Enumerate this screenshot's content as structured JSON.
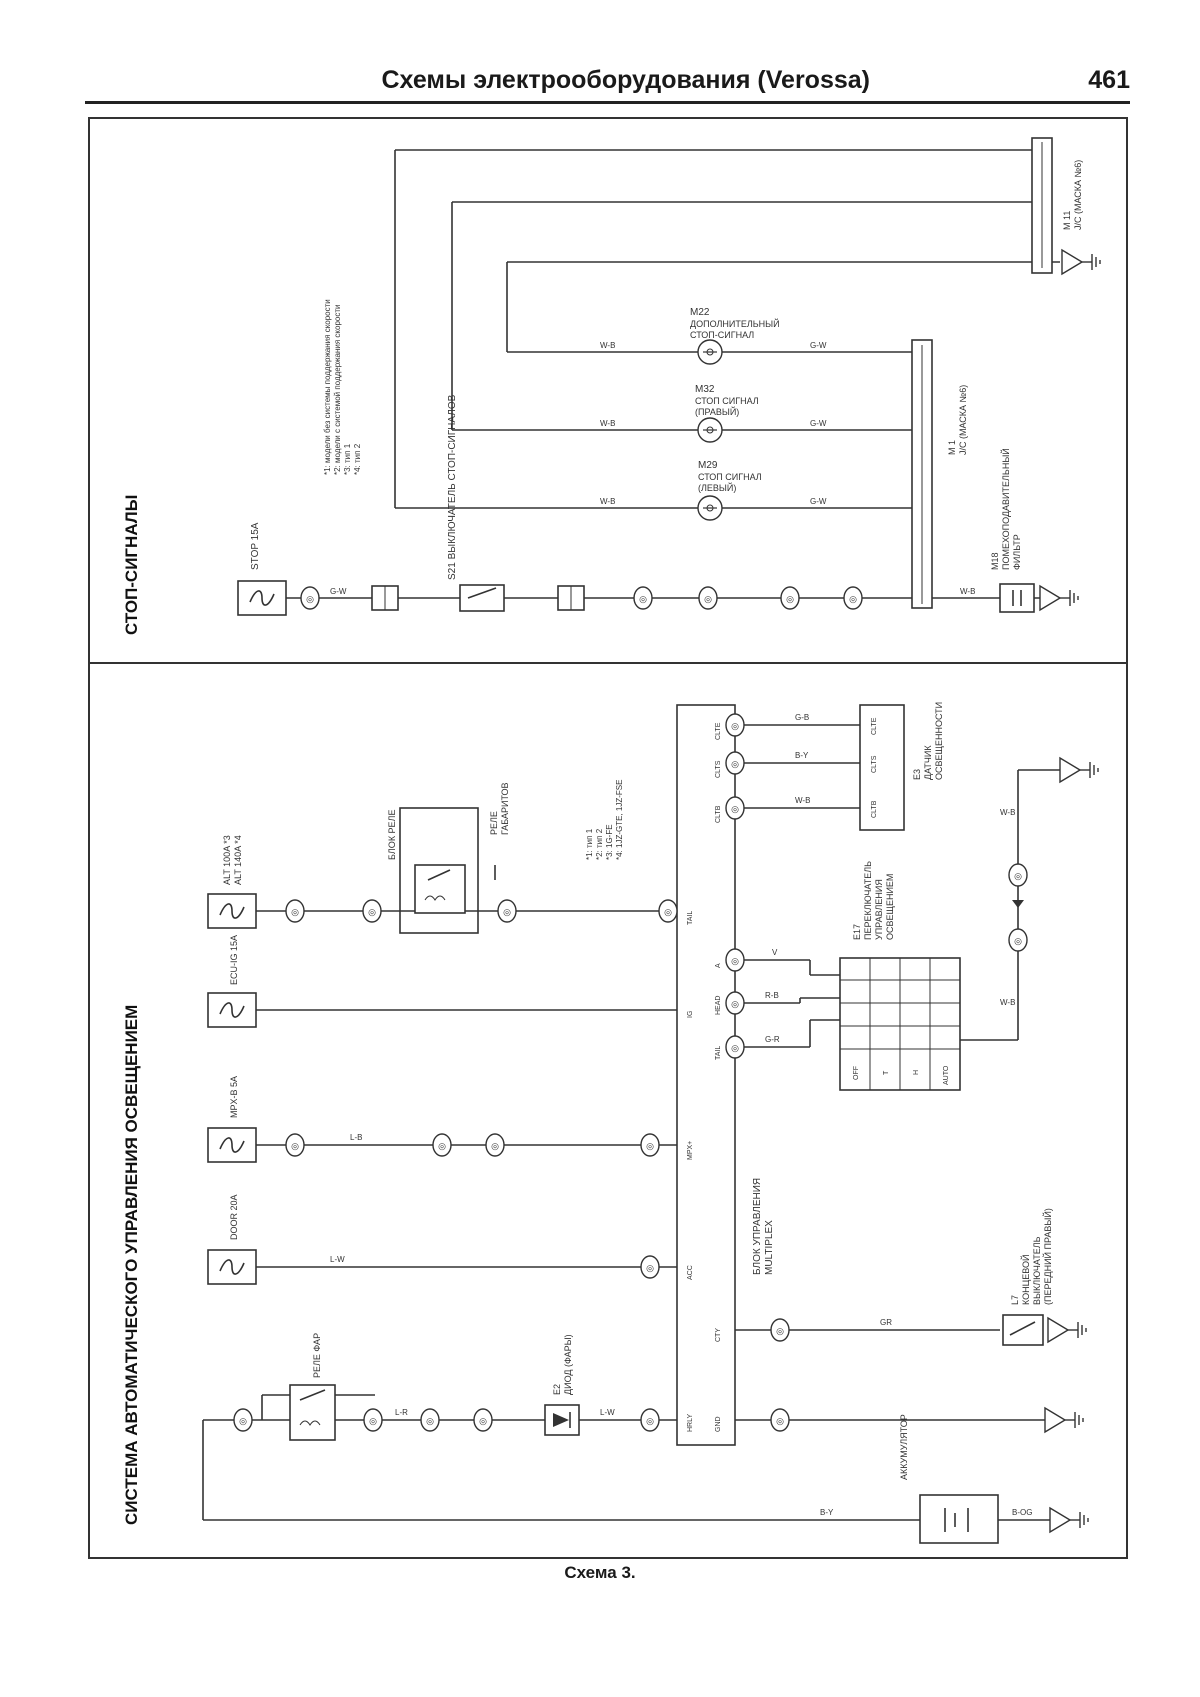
{
  "header": {
    "title": "Схемы электрооборудования (Verossa)",
    "page_number": "461"
  },
  "caption": "Схема 3.",
  "section_top": {
    "title": "СТОП-СИГНАЛЫ",
    "fuse": "STOP 15A",
    "switch": "S21 ВЫКЛЮЧАТЕЛЬ СТОП-СИГНАЛОВ",
    "lamp_m22": [
      "M22",
      "ДОПОЛНИТЕЛЬНЫЙ",
      "СТОП-СИГНАЛ"
    ],
    "lamp_m32": [
      "M32",
      "СТОП СИГНАЛ",
      "(ПРАВЫЙ)"
    ],
    "lamp_m29": [
      "M29",
      "СТОП СИГНАЛ",
      "(ЛЕВЫЙ)"
    ],
    "jc_lower": [
      "M 1",
      "J/C (МАСКА №6)"
    ],
    "jc_upper": [
      "M 11",
      "J/C (МАСКА №6)"
    ],
    "filter": [
      "M18",
      "ПОМЕХОПОДАВИТЕЛЬНЫЙ",
      "ФИЛЬТР"
    ],
    "notes": [
      "*1: модели без системы поддержания скорости",
      "*2: модели с системой поддержания скорости",
      "*3: тип 1",
      "*4: тип 2"
    ],
    "wires": [
      "G-W",
      "W-B",
      "W-B",
      "W-B",
      "G-W",
      "G-W",
      "G-W",
      "W-B"
    ]
  },
  "section_bottom": {
    "title": "СИСТЕМА АВТОМАТИЧЕСКОГО УПРАВЛЕНИЯ ОСВЕЩЕНИЕМ",
    "fuses": [
      {
        "label": "ALT 100A *3",
        "label2": "ALT 140A *4"
      },
      {
        "label": "ECU-IG 15A",
        "label2": ""
      },
      {
        "label": "MPX-B 5A",
        "label2": ""
      },
      {
        "label": "DOOR 20A",
        "label2": ""
      }
    ],
    "relay_block": "БЛОК РЕЛЕ",
    "relay_tail": [
      "РЕЛЕ",
      "ГАБАРИТОВ"
    ],
    "relay_head": "РЕЛЕ ФАР",
    "diode": [
      "E2",
      "ДИОД (ФАРЫ)"
    ],
    "ecu": [
      "БЛОК УПРАВЛЕНИЯ",
      "MULTIPLEX"
    ],
    "ecu_pins": [
      "CLTE",
      "CLTS",
      "CLTB",
      "TAIL",
      "IG",
      "A",
      "HEAD",
      "TAIL",
      "MPX+",
      "ACC",
      "CTY",
      "HRLY",
      "GND"
    ],
    "sensor": [
      "E3",
      "ДАТЧИК",
      "ОСВЕЩЕННОСТИ"
    ],
    "sensor_pins": [
      "CLTE",
      "CLTS",
      "CLTB"
    ],
    "switch": [
      "E17",
      "ПЕРЕКЛЮЧАТЕЛЬ",
      "УПРАВЛЕНИЯ",
      "ОСВЕЩЕНИЕМ"
    ],
    "switch_rows": [
      "OFF",
      "T",
      "H",
      "AUTO"
    ],
    "door_switch": [
      "L7",
      "КОНЦЕВОЙ",
      "ВЫКЛЮЧАТЕЛЬ",
      "(ПЕРЕДНИЙ ПРАВЫЙ)"
    ],
    "battery": "АККУМУЛЯТОР",
    "notes": [
      "*1: тип 1",
      "*2: тип 2",
      "*3: 1G-FE",
      "*4: 1JZ-GTE, 1JZ-FSE"
    ],
    "wires": [
      "G-B",
      "B-Y",
      "W-B",
      "V",
      "R-B",
      "G-R",
      "W-B",
      "W-B",
      "L-B",
      "L-W",
      "GR",
      "L-R",
      "L-W",
      "B-OG",
      "B-Y"
    ]
  }
}
